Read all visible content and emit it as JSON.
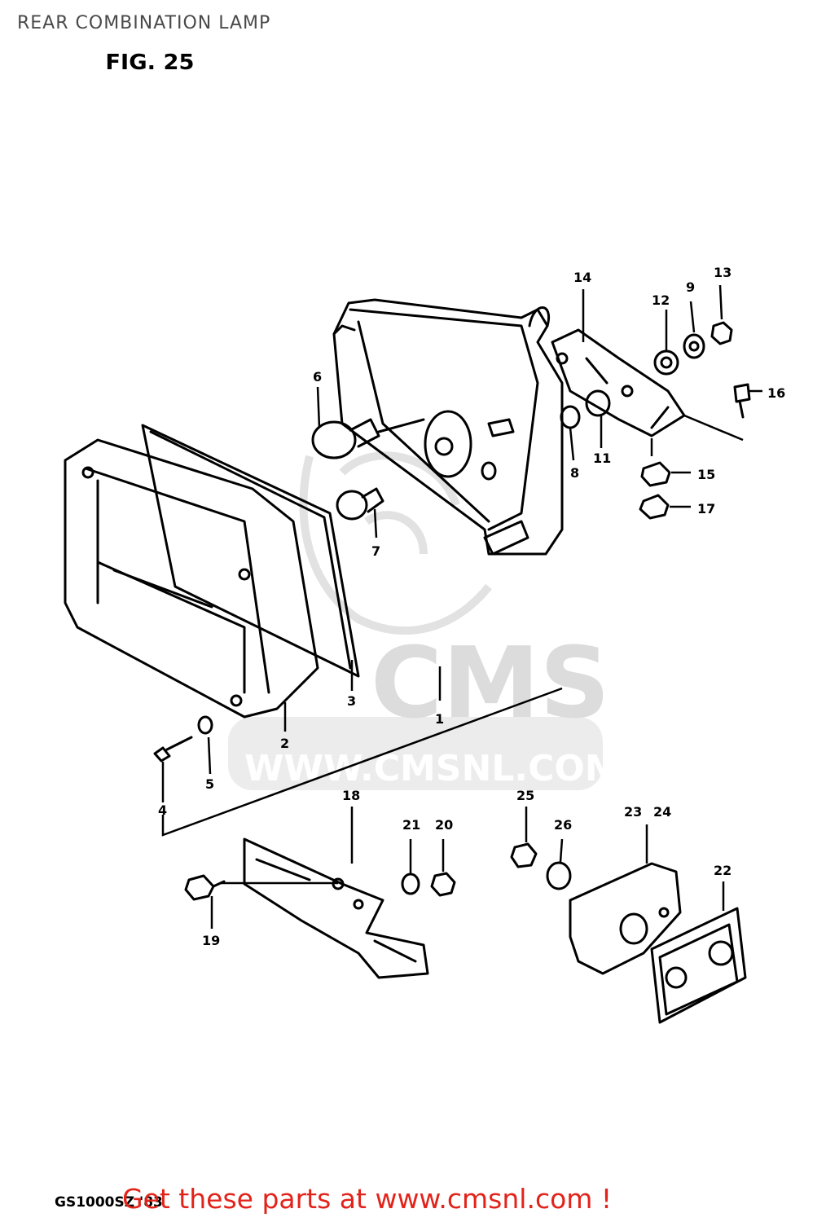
{
  "page": {
    "title": "REAR COMBINATION LAMP",
    "figure_label": "FIG. 25",
    "model_code": "GS1000SZ '83",
    "cta_text": "Get these parts at www.cmsnl.com !"
  },
  "watermark": {
    "brand": "CMS",
    "url": "WWW.CMSNL.COM"
  },
  "colors": {
    "cta": "#e2231a",
    "title": "#4a4a4a",
    "watermark": "#dcdcdc",
    "ink": "#000000"
  },
  "parts": [
    {
      "id": "1"
    },
    {
      "id": "2"
    },
    {
      "id": "3"
    },
    {
      "id": "4"
    },
    {
      "id": "5"
    },
    {
      "id": "6"
    },
    {
      "id": "7"
    },
    {
      "id": "8"
    },
    {
      "id": "9"
    },
    {
      "id": "11"
    },
    {
      "id": "12"
    },
    {
      "id": "13"
    },
    {
      "id": "14"
    },
    {
      "id": "15"
    },
    {
      "id": "16"
    },
    {
      "id": "17"
    },
    {
      "id": "18"
    },
    {
      "id": "19"
    },
    {
      "id": "20"
    },
    {
      "id": "21"
    },
    {
      "id": "22"
    },
    {
      "id": "23"
    },
    {
      "id": "24"
    },
    {
      "id": "25"
    },
    {
      "id": "26"
    }
  ]
}
